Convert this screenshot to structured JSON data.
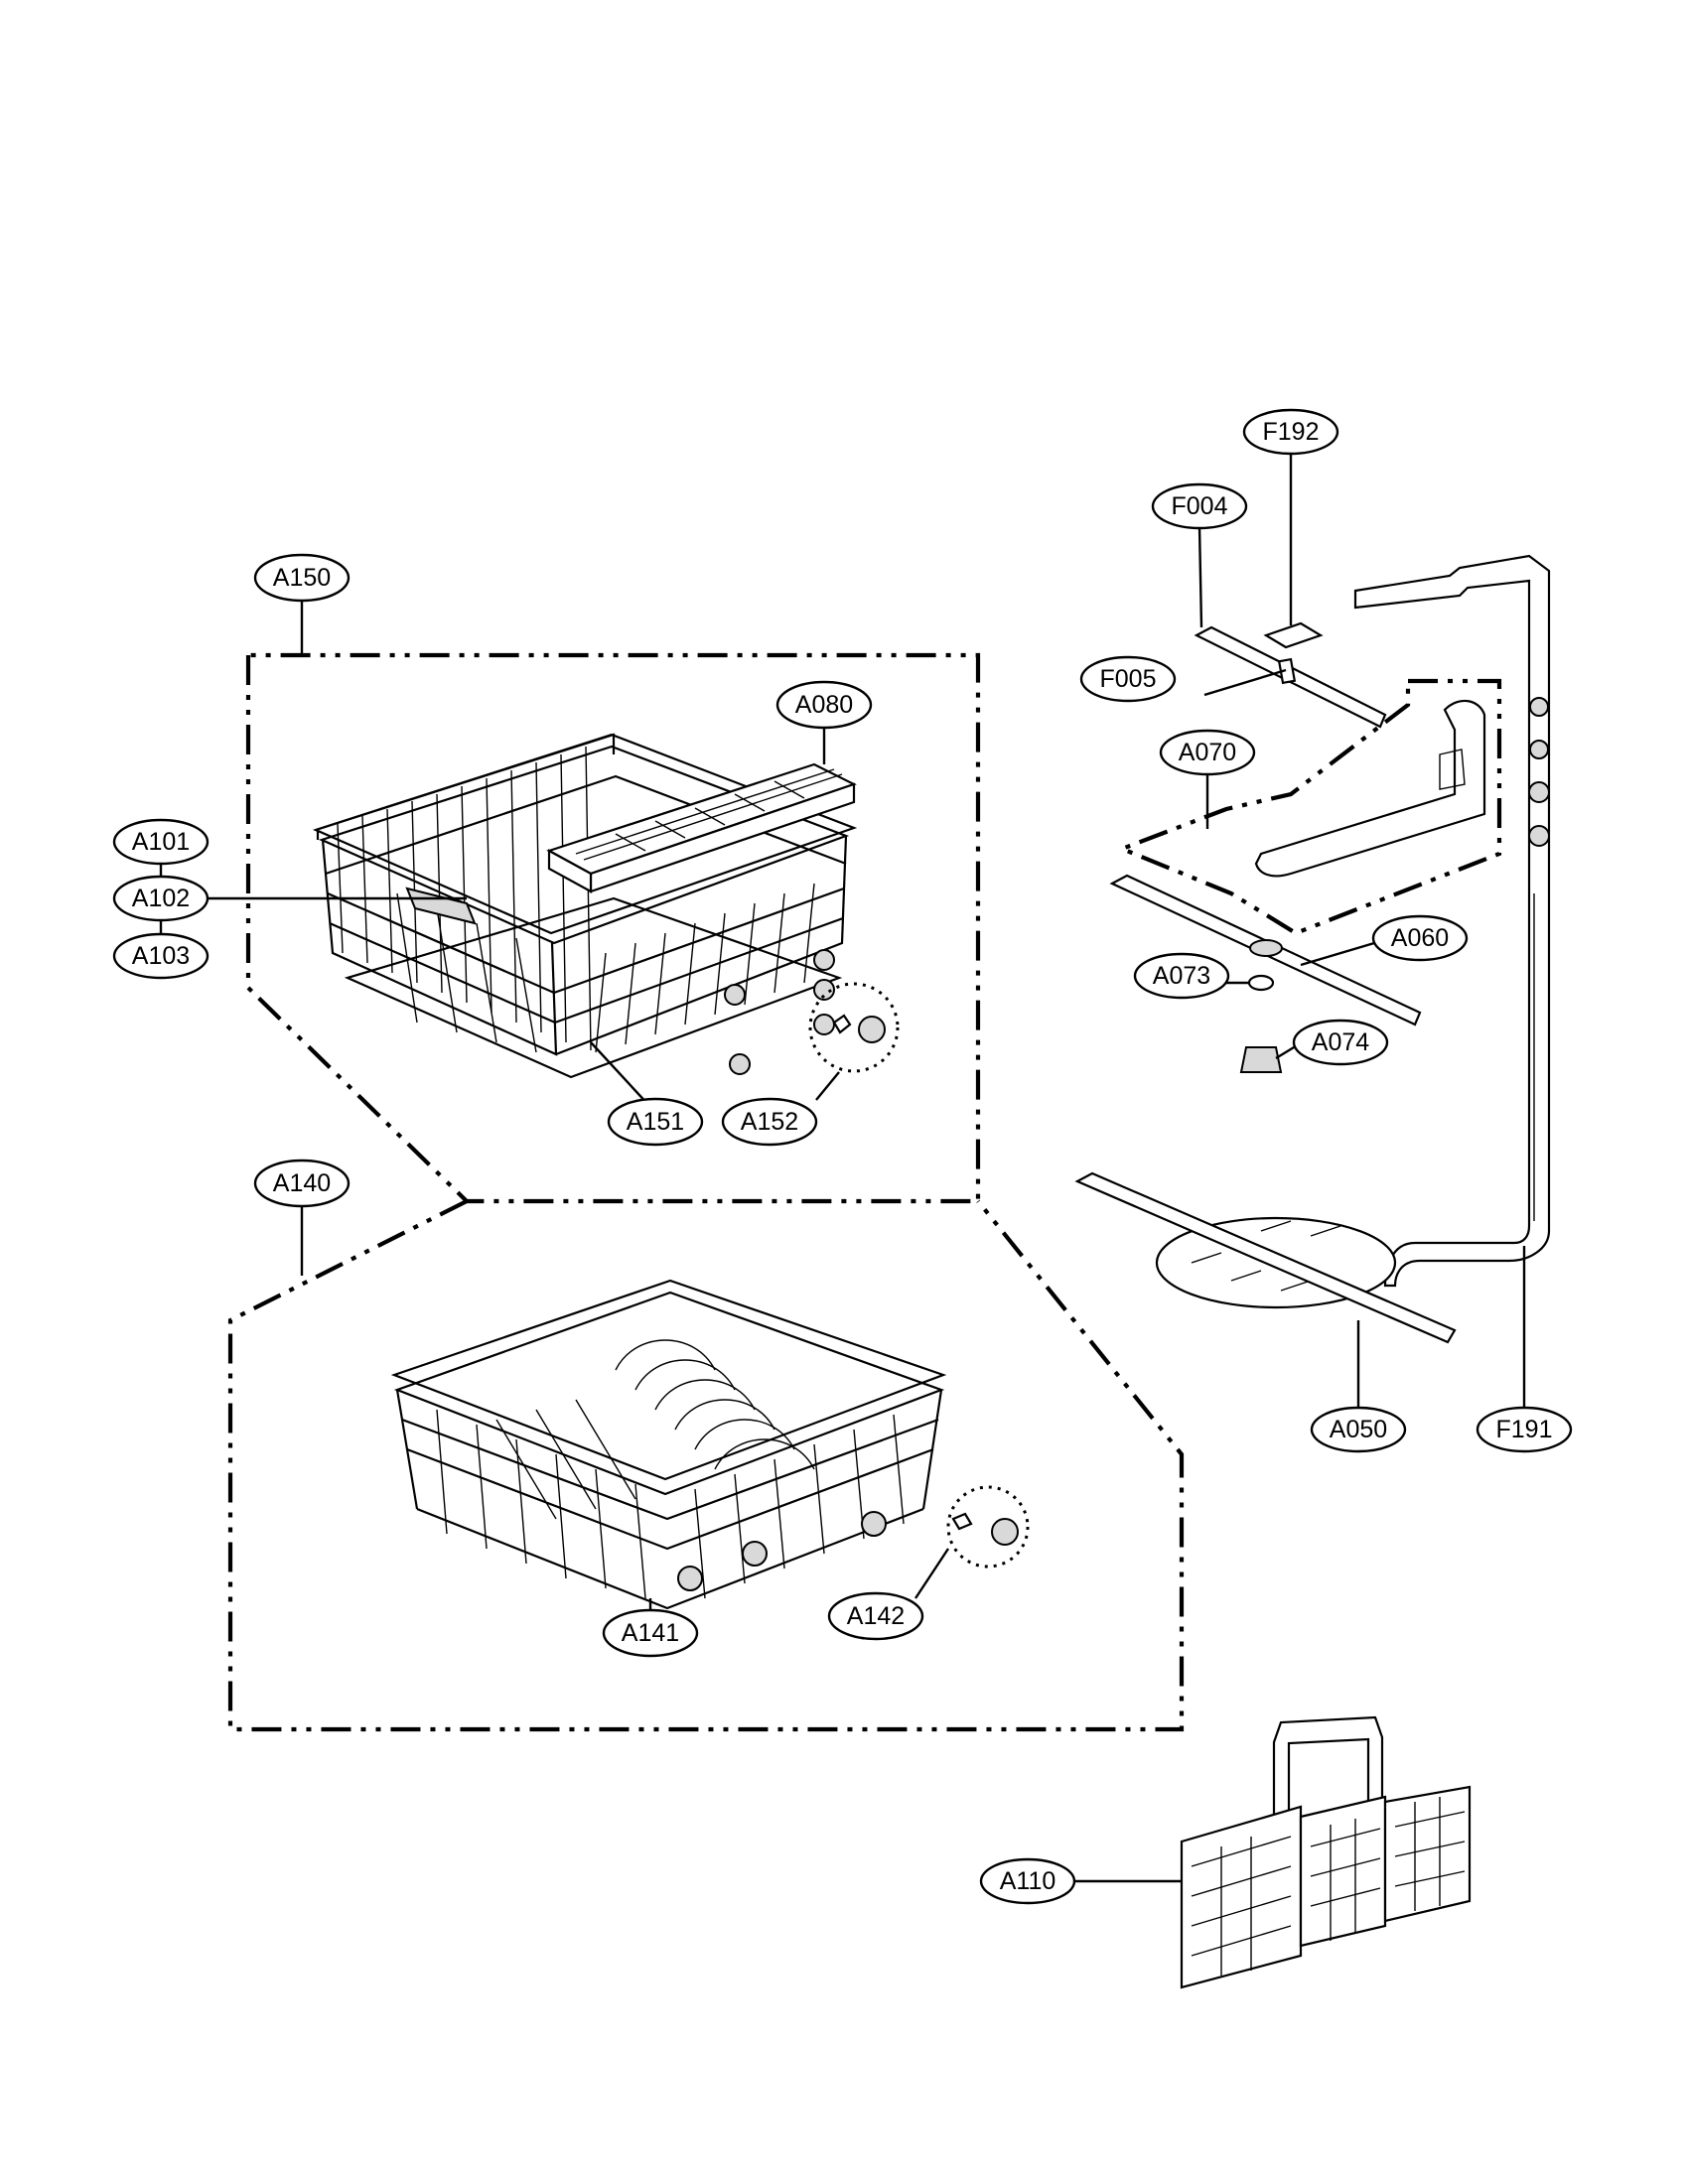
{
  "diagram": {
    "labels": [
      {
        "id": "A150",
        "text": "A150"
      },
      {
        "id": "A080",
        "text": "A080"
      },
      {
        "id": "A101",
        "text": "A101"
      },
      {
        "id": "A102",
        "text": "A102"
      },
      {
        "id": "A103",
        "text": "A103"
      },
      {
        "id": "A151",
        "text": "A151"
      },
      {
        "id": "A152",
        "text": "A152"
      },
      {
        "id": "A140",
        "text": "A140"
      },
      {
        "id": "A141",
        "text": "A141"
      },
      {
        "id": "A142",
        "text": "A142"
      },
      {
        "id": "F192",
        "text": "F192"
      },
      {
        "id": "F004",
        "text": "F004"
      },
      {
        "id": "F005",
        "text": "F005"
      },
      {
        "id": "A070",
        "text": "A070"
      },
      {
        "id": "A060",
        "text": "A060"
      },
      {
        "id": "A073",
        "text": "A073"
      },
      {
        "id": "A074",
        "text": "A074"
      },
      {
        "id": "A050",
        "text": "A050"
      },
      {
        "id": "F191",
        "text": "F191"
      },
      {
        "id": "A110",
        "text": "A110"
      }
    ]
  }
}
